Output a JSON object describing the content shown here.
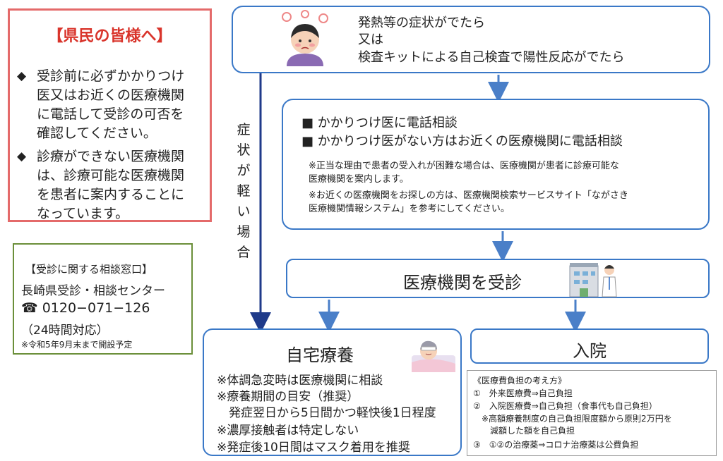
{
  "notice": {
    "title": "【県民の皆様へ】",
    "bullet_mark": "◆",
    "bullet1_lines": [
      "受診前に必ずかかりつけ",
      "医又はお近くの医療機関",
      "に電話して受診の可否を",
      "確認してください。"
    ],
    "bullet2_lines": [
      "診療ができない医療機関",
      "は、診療可能な医療機関",
      "を患者に案内することに",
      "なっています。"
    ]
  },
  "consult": {
    "title": "【受診に関する相談窓口】",
    "center": "長崎県受診・相談センター",
    "phone": "☎ 0120−071−126",
    "hours": "（24時間対応）",
    "note": "※令和5年9月末まで開設予定"
  },
  "flow": {
    "top_lines": [
      "発熱等の症状がでたら",
      "又は",
      "検査キットによる自己検査で陽性反応がでたら"
    ],
    "consult_lines": [
      "■  かかりつけ医に電話相談",
      "■  かかりつけ医がない方はお近くの医療機関に電話相談"
    ],
    "consult_notes": [
      "※正当な理由で患者の受入れが困難な場合は、医療機関が患者に診療可能な",
      "医療機関を案内します。",
      "※お近くの医療機関をお探しの方は、医療機関検索サービスサイト「ながさき",
      "医療機関情報システム」を参考にしてください。"
    ],
    "visit": "医療機関を受診",
    "home_title": "自宅療養",
    "home_lines": [
      "※体調急変時は医療機関に相談",
      "※療養期間の目安（推奨）",
      "　発症翌日から5日間かつ軽快後1日程度",
      "※濃厚接触者は特定しない",
      "※発症後10日間はマスク着用を推奨"
    ],
    "hospital": "入院",
    "mild_chars": [
      "症",
      "状",
      "が",
      "軽",
      "い",
      "場",
      "合"
    ]
  },
  "cost": {
    "lines": [
      "《医療費負担の考え方》",
      "①　外来医療費⇒自己負担",
      "②　入院医療費⇒自己負担（食事代も自己負担）",
      "　※高額療養制度の自己負担限度額から原則2万円を",
      "　　減額した額を自己負担",
      "③　①②の治療薬⇒コロナ治療薬は公費負担"
    ]
  },
  "colors": {
    "flow_border": "#3a78c7",
    "notice_border": "#e46a6a",
    "notice_title": "#d9342b",
    "consult_border": "#6b8f3a",
    "arrow_main": "#1f3a8a",
    "arrow": "#4a7fc8"
  }
}
